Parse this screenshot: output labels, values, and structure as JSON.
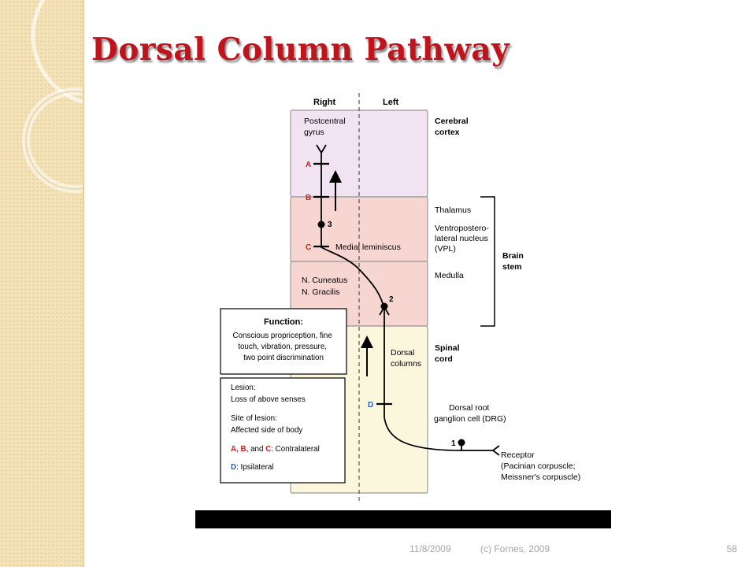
{
  "slide": {
    "title": "Dorsal Column Pathway",
    "footer": {
      "date": "11/8/2009",
      "copyright": "(c) Fornes, 2009",
      "page_number": "58"
    }
  },
  "diagram": {
    "side_labels": {
      "right": "Right",
      "left": "Left"
    },
    "region_labels": {
      "cerebral_cortex": [
        "Cerebral",
        "cortex"
      ],
      "thalamus": "Thalamus",
      "vpl": [
        "Ventropostero-",
        "lateral nucleus",
        "(VPL)"
      ],
      "medulla": "Medulla",
      "brain_stem": [
        "Brain",
        "stem"
      ],
      "spinal_cord": [
        "Spinal",
        "cord"
      ]
    },
    "structure_labels": {
      "postcentral_gyrus": [
        "Postcentral",
        "gyrus"
      ],
      "medial_lemniscus": "Medial leminiscus",
      "n_cuneatus": "N. Cuneatus",
      "n_gracilis": "N. Gracilis",
      "dorsal_columns": [
        "Dorsal",
        "columns"
      ],
      "drg": [
        "Dorsal root",
        "ganglion cell (DRG)"
      ],
      "receptor": [
        "Receptor",
        "(Pacinian corpuscle;",
        "Meissner's corpuscle)"
      ]
    },
    "neuron_numbers": [
      "1",
      "2",
      "3"
    ],
    "lesion_markers": {
      "a": "A",
      "b": "B",
      "c": "C",
      "d": "D"
    },
    "function_box": {
      "heading": "Function:",
      "lines": [
        "Conscious propriception, fine",
        "touch, vibration, pressure,",
        "two point discrimination"
      ]
    },
    "lesion_box": {
      "line1": "Lesion:",
      "line2": "Loss of above senses",
      "line3": "Site of lesion:",
      "line4": "Affected side of body",
      "abc_letters": "A, B,",
      "abc_and": "and",
      "abc_c": "C",
      "abc_suffix": ": Contralateral",
      "d_letter": "D",
      "d_suffix": ": Ipsilateral"
    },
    "colors": {
      "cortex_fill": "#f1e3f1",
      "brainstem_fill": "#f7d6d2",
      "spinal_fill": "#fbf7dc",
      "marker_red": "#d21d1d",
      "marker_blue": "#2a5fb6",
      "title_red": "#c0141c"
    }
  }
}
